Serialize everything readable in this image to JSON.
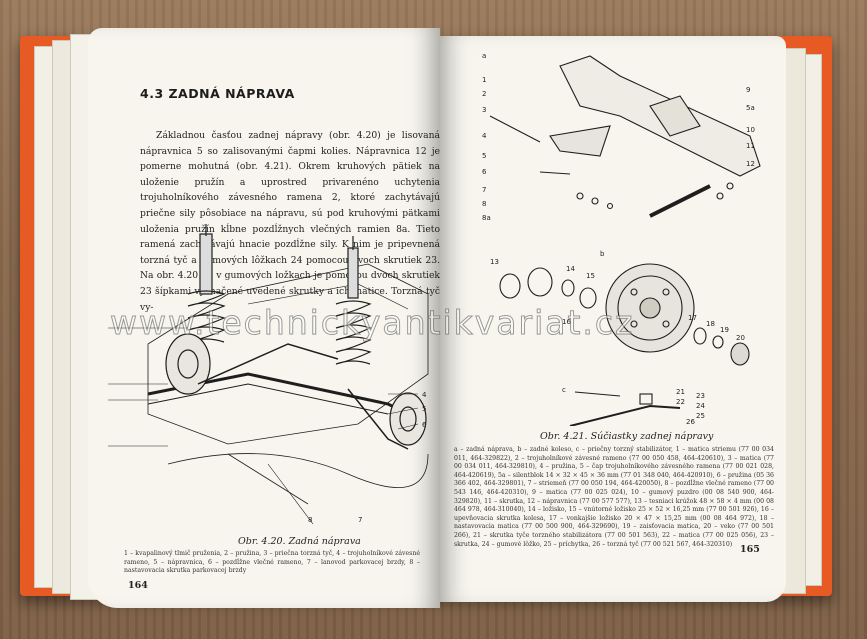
{
  "book": {
    "left_page": {
      "heading": "4.3 ZADNÁ NÁPRAVA",
      "paragraph": "Základnou časťou zadnej nápravy (obr. 4.20) je lisovaná nápravnica 5 so zalisovanými čapmi kolies. Nápravnica 12 je pomerne mohutná (obr. 4.21). Okrem kruhových pätiek na uloženie pružín a uprostred privarenéno uchytenia trojuholníkového závesného ramena 2, ktoré zachytávajú priečne sily pôsobiace na nápravu, sú pod kruhovými pätkami uloženia pružín kĺbne pozdĺžnych vlečných ramien 8a. Tieto ramená zachytávajú hnacie pozdĺžne sily. K nim je pripevnená torzná tyč a gumových lôžkach 24 pomocou dvoch skrutiek 23. Na obr. 4.20 26 v gumových ložkach je pomocou dvoch skrutiek 23 šípkami vyznačené uvedené skrutky a ich matice. Torzná tyč vy-",
      "figure_caption": "Obr. 4.20. Zadná náprava",
      "figure_legend": "1 – kvapalinový tlmič pruženia, 2 – pružina, 3 – priečna torzná tyč, 4 – trojuholníkové závesné rameno, 5 – nápravnica, 6 – pozdĺžne vlečné rameno, 7 – lanovod parkovacej brzdy, 8 – nastavovacia skrutka parkovacej brzdy",
      "page_number": "164",
      "callouts": [
        "1",
        "2",
        "3",
        "4",
        "5",
        "6",
        "7",
        "8"
      ]
    },
    "right_page": {
      "figure_caption": "Obr. 4.21. Súčiastky zadnej nápravy",
      "figure_legend": "a – zadná náprava, b – zadné koleso, c – priečny torzný stabilizátor, 1 – matica striemu (77 00 034 011, 464-329822), 2 – trojuholníkové závesné rameno (77 00 050 458, 464-420610), 3 – matica (77 00 034 011, 464-329810), 4 – pružina, 5 – čap trojuholníkového závesného ramena (77 00 021 028, 464-420619), 5a – silentblok 14 × 32 × 45 × 36 mm (77 01 348 040, 464-420910), 6 – pružina (05 36 366 402, 464-329801), 7 – striemeň (77 00 050 194, 464-420050), 8 – pozdĺžne vlečné rameno (77 00 543 146, 464-420310), 9 – matica (77 00 025 024), 10 – gumový puzdro (00 08 540 900, 464-329820), 11 – skrutka, 12 – nápravnica (77 00 577 577), 13 – tesniaci krúžok 48 × 58 × 4 mm (00 08 464 978, 464-310040), 14 – ložisko, 15 – vnútorné ložisko 25 × 52 × 16,25 mm (77 00 501 926), 16 – upevňovacia skrutka kolesa, 17 – vonkajšie ložisko 20 × 47 × 15,25 mm (00 08 464 972), 18 – nastavovacia matica (77 00 500 900, 464-329690), 19 – zaisťovacia matica, 20 – veko (77 00 501 266), 21 – skrutka tyče torzného stabilizátora (77 00 501 563), 22 – matica (77 00 025 056), 23 – skrutka, 24 – gumové lôžko, 25 – príchytka, 26 – torzná tyč (77 00 521 567, 464-320310)",
      "page_number": "165",
      "callouts": [
        "a",
        "1",
        "2",
        "3",
        "4",
        "5",
        "6",
        "7",
        "8",
        "8a",
        "9",
        "5a",
        "10",
        "11",
        "12",
        "b",
        "13",
        "14",
        "15",
        "16",
        "17",
        "18",
        "19",
        "20",
        "c",
        "21",
        "22",
        "23",
        "24",
        "25",
        "26"
      ]
    }
  },
  "watermark": "www.technickyantikvariat.cz",
  "colors": {
    "cover": "#e85a24",
    "paper": "#f7f5ee",
    "table": "#8a6a4e"
  }
}
